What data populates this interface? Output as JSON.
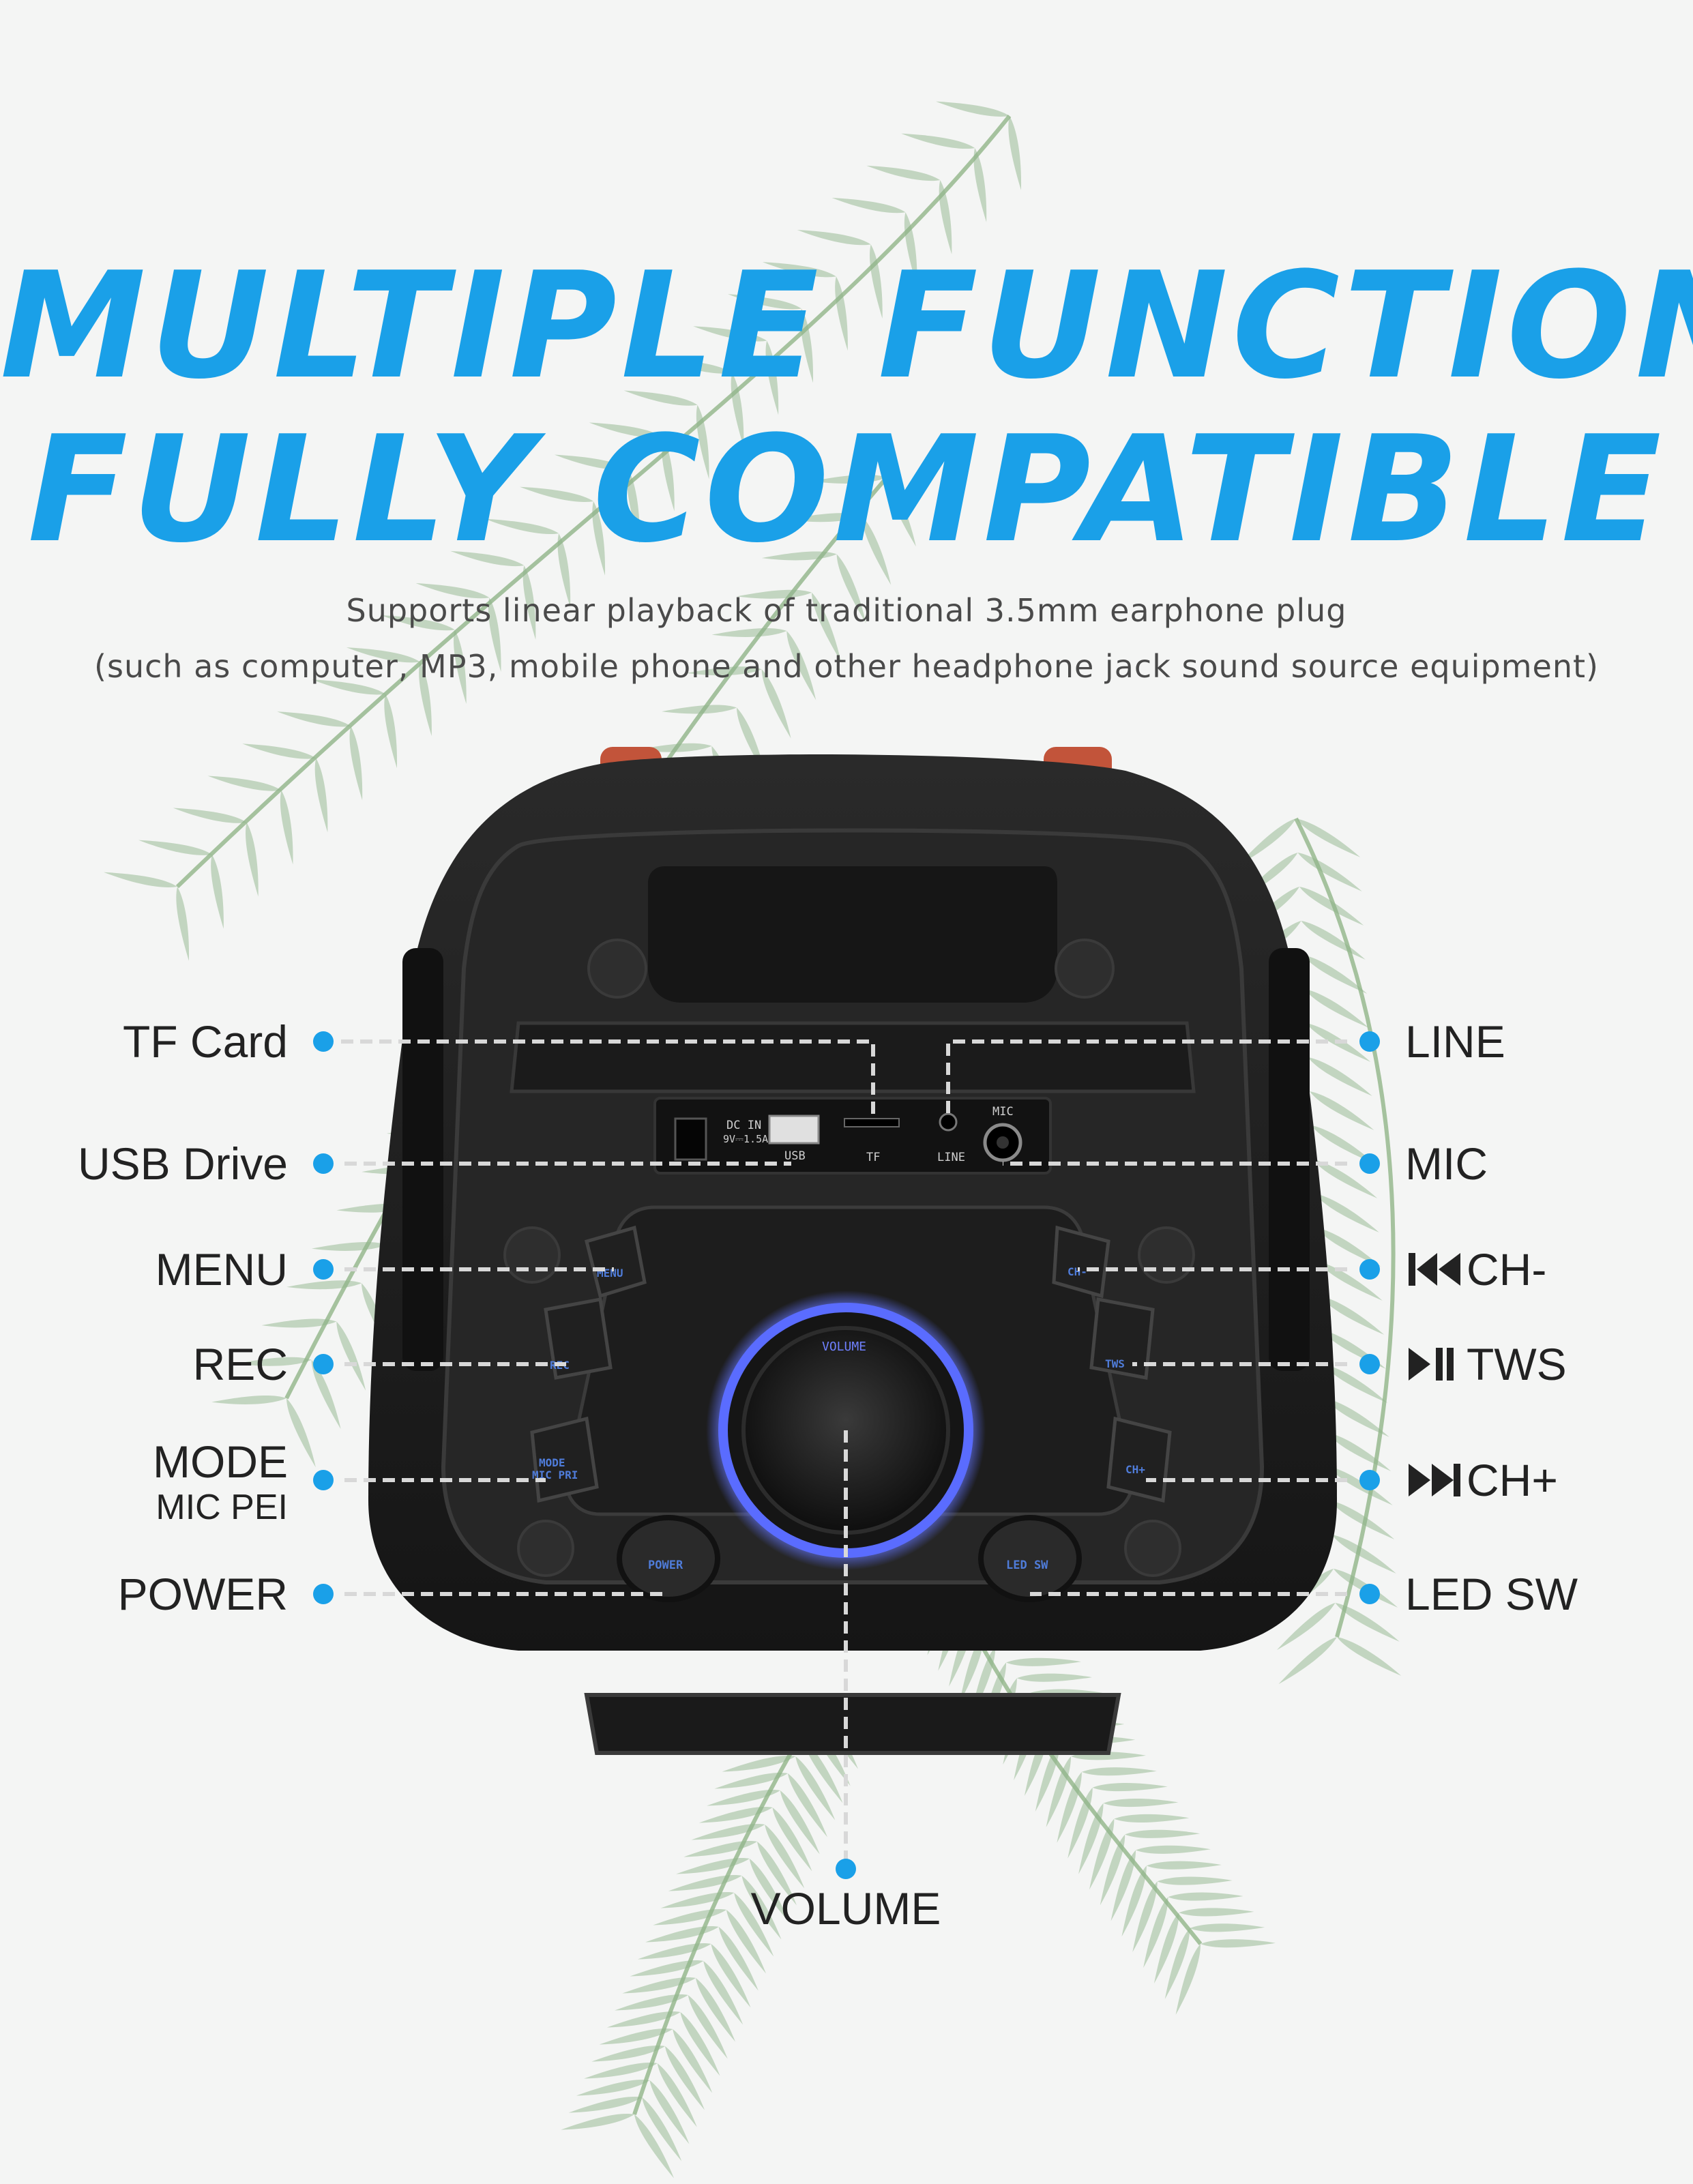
{
  "heading": {
    "line1": "MULTIPLE FUNCTIONS",
    "line2": "FULLY COMPATIBLE"
  },
  "subtitle": {
    "line1": "Supports linear playback of traditional 3.5mm earphone plug",
    "line2": "(such as computer, MP3, mobile phone and other headphone jack sound source equipment)"
  },
  "callouts_left": [
    {
      "label": "TF Card",
      "icon": "bullet-dot"
    },
    {
      "label": "USB Drive",
      "icon": "bullet-dot"
    },
    {
      "label": "MENU",
      "icon": "bullet-dot"
    },
    {
      "label": "REC",
      "icon": "bullet-dot"
    },
    {
      "label": "MODE",
      "sublabel": "MIC PEI",
      "icon": "bullet-dot"
    },
    {
      "label": "POWER",
      "icon": "bullet-dot"
    }
  ],
  "callouts_right": [
    {
      "label": "LINE",
      "icon": "bullet-dot"
    },
    {
      "label": "MIC",
      "icon": "bullet-dot"
    },
    {
      "label": "CH-",
      "icon": "previous-track-icon"
    },
    {
      "label": "TWS",
      "icon": "play-pause-icon"
    },
    {
      "label": "CH+",
      "icon": "next-track-icon"
    },
    {
      "label": "LED SW",
      "icon": "bullet-dot"
    }
  ],
  "callout_bottom": {
    "label": "VOLUME",
    "icon": "bullet-dot"
  },
  "device_panel": {
    "dc_in": "DC IN",
    "dc_spec": "9V⎓1.5A",
    "usb": "USB",
    "tf": "TF",
    "line": "LINE",
    "mic": "MIC",
    "menu_btn": "MENU",
    "rec_btn": "REC",
    "mode_btn": "MODE",
    "mode_btn_sub": "MIC PRI",
    "volume_knob": "VOLUME",
    "power_btn": "POWER",
    "ledsw_btn": "LED SW",
    "ch_minus_btn": "CH-",
    "tws_btn": "TWS",
    "ch_plus_btn": "CH+"
  },
  "colors": {
    "accent": "#1aa0e8",
    "speaker_body": "#1c1c1c",
    "led_ring": "#5a6cff",
    "leader_line": "#d8d8d8",
    "text": "#222222"
  }
}
